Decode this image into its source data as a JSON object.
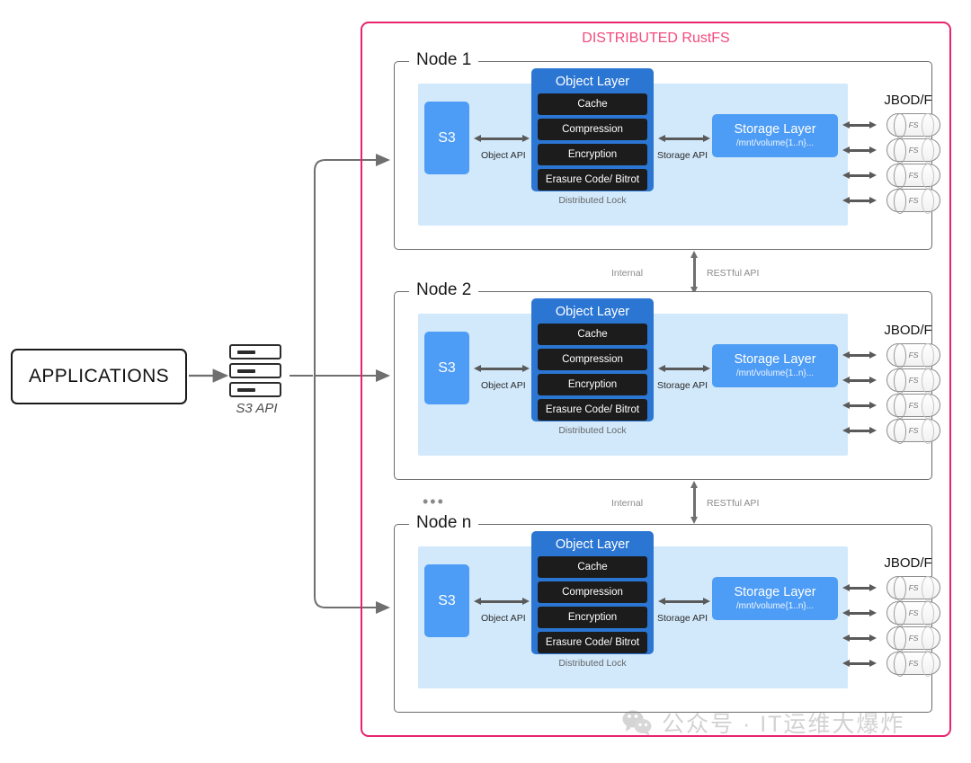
{
  "diagram": {
    "title": "DISTRIBUTED RustFS",
    "accent_pink": "#e8236e",
    "title_pink": "#f4497c",
    "panel_blue": "#d2e9fb",
    "object_layer_blue": "#2b76d2",
    "box_blue": "#4d9cf5",
    "dark_box": "#1c1c1c"
  },
  "applications": {
    "label": "APPLICATIONS",
    "api_label": "S3 API",
    "icon": "server-stack-icon"
  },
  "nodes": [
    {
      "title": "Node 1",
      "s3_label": "S3",
      "object_layer": {
        "title": "Object Layer",
        "items": [
          "Cache",
          "Compression",
          "Encryption",
          "Erasure Code/ Bitrot"
        ]
      },
      "distributed_lock": "Distributed Lock",
      "object_api_label": "Object API",
      "storage_api_label": "Storage API",
      "storage_layer": {
        "title": "Storage Layer",
        "path": "/mnt/volume{1..n}..."
      },
      "jbod_title": "JBOD/F",
      "disks": [
        "FS",
        "FS",
        "FS",
        "FS"
      ]
    },
    {
      "title": "Node 2",
      "s3_label": "S3",
      "object_layer": {
        "title": "Object Layer",
        "items": [
          "Cache",
          "Compression",
          "Encryption",
          "Erasure Code/ Bitrot"
        ]
      },
      "distributed_lock": "Distributed Lock",
      "object_api_label": "Object API",
      "storage_api_label": "Storage API",
      "storage_layer": {
        "title": "Storage Layer",
        "path": "/mnt/volume{1..n}..."
      },
      "jbod_title": "JBOD/F",
      "disks": [
        "FS",
        "FS",
        "FS",
        "FS"
      ]
    },
    {
      "title": "Node n",
      "s3_label": "S3",
      "object_layer": {
        "title": "Object Layer",
        "items": [
          "Cache",
          "Compression",
          "Encryption",
          "Erasure Code/ Bitrot"
        ]
      },
      "distributed_lock": "Distributed Lock",
      "object_api_label": "Object API",
      "storage_api_label": "Storage API",
      "storage_layer": {
        "title": "Storage Layer",
        "path": "/mnt/volume{1..n}..."
      },
      "jbod_title": "JBOD/F",
      "disks": [
        "FS",
        "FS",
        "FS",
        "FS"
      ]
    }
  ],
  "internal_links": [
    {
      "left_label": "Internal",
      "right_label": "RESTful API"
    },
    {
      "left_label": "Internal",
      "right_label": "RESTful API"
    }
  ],
  "ellipsis": "•••",
  "watermark": {
    "icon": "wechat-icon",
    "text": "公众号 · IT运维大爆炸"
  }
}
